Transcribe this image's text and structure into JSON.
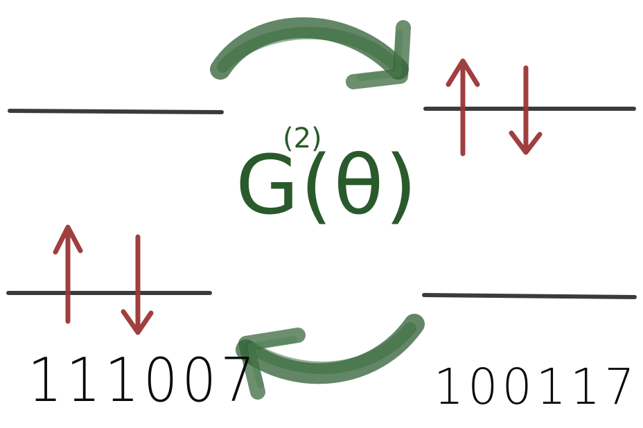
{
  "colors": {
    "level_line": "#3b3b3b",
    "spin_arrow": "#9b3535",
    "exchange_arrow": "#2f5f33",
    "text": "#0a0a0a"
  },
  "center_label": {
    "main": "G(θ)",
    "superscript": "(2)"
  },
  "states": [
    {
      "label": "111007",
      "spins": [
        "up",
        "down"
      ]
    },
    {
      "label": "100117",
      "spins": [
        "up",
        "down"
      ]
    }
  ],
  "empty_levels": 2,
  "icons": [
    "curved-arrow-right-icon",
    "curved-arrow-left-icon",
    "spin-up-arrow-icon",
    "spin-down-arrow-icon"
  ]
}
